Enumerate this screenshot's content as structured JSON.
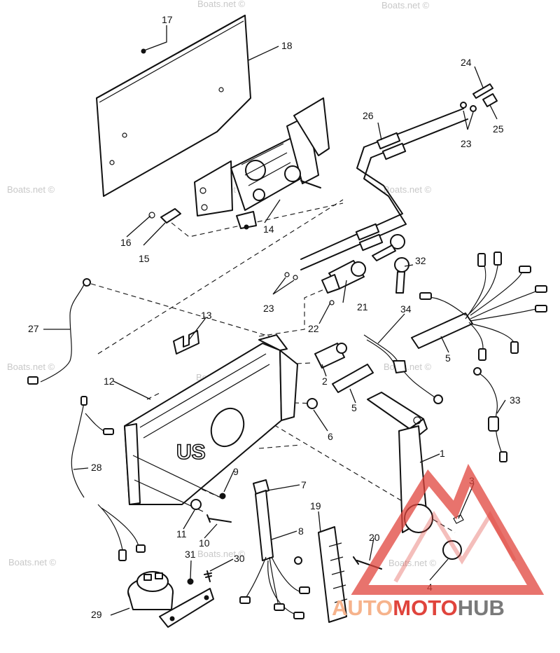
{
  "watermark": "Boats.net ©",
  "logo": {
    "part_a": "AUTO",
    "part_b": "MOTO",
    "part_c": "HUB",
    "color_a": "#f6b38c",
    "color_b": "#e0443c",
    "color_c": "#7a7a7a"
  },
  "housing_emblem": "US",
  "callouts": [
    "1",
    "2",
    "3",
    "4",
    "5",
    "5",
    "6",
    "7",
    "8",
    "9",
    "10",
    "11",
    "12",
    "13",
    "14",
    "15",
    "16",
    "17",
    "18",
    "19",
    "20",
    "21",
    "22",
    "23",
    "23",
    "24",
    "25",
    "26",
    "27",
    "28",
    "29",
    "30",
    "31",
    "32",
    "33",
    "34"
  ]
}
